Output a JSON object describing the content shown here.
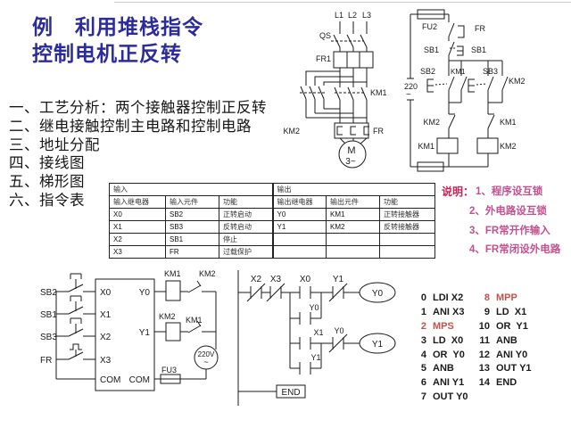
{
  "title": {
    "line1": "例　利用堆栈指令",
    "line2": "控制电机正反转",
    "color": "#2b2b9e"
  },
  "steps": [
    "一、工艺分析：两个接触器控制正反转",
    "二、继电接触控制主电路和控制电路",
    "三、地址分配",
    "四、接线图",
    "五、梯形图",
    "六、指令表"
  ],
  "main_circuit": {
    "l1": "L1",
    "l2": "L2",
    "l3": "L3",
    "qs": "QS",
    "fu": "FR1",
    "km1": "KM1",
    "km2": "KM2",
    "fr": "FR",
    "motor": "M",
    "phase": "3~"
  },
  "control_circuit": {
    "fu2": "FU2",
    "fr": "FR",
    "sb1_l": "SB1",
    "sb1_r": "SB1",
    "sb2": "SB2",
    "km1_aux": "KM1",
    "sb3": "SB3",
    "km2_aux": "KM2",
    "volt": "220",
    "tilde": "~",
    "km2_nc": "KM2",
    "km1_nc": "KM1",
    "km1_coil": "KM1",
    "km2_coil": "KM2"
  },
  "io_table": {
    "group_input": "输入",
    "group_output": "输出",
    "headers": [
      "输入继电器",
      "输入元件",
      "功能",
      "输出继电器",
      "输出元件",
      "功能"
    ],
    "rows": [
      [
        "X0",
        "SB2",
        "正转启动",
        "Y0",
        "KM1",
        "正转接触器"
      ],
      [
        "X1",
        "SB3",
        "反转启动",
        "Y1",
        "KM2",
        "反转接触器"
      ],
      [
        "X2",
        "SB1",
        "停止",
        "",
        "",
        ""
      ],
      [
        "X3",
        "FR",
        "过载保护",
        "",
        "",
        ""
      ]
    ]
  },
  "notes": {
    "label": "说明：",
    "label_color": "#d02050",
    "item_color": "#c25090",
    "items": [
      "1、程序设互锁",
      "2、外电路设互锁",
      "3、FR常开作输入",
      "4、FR常闭设外电路"
    ]
  },
  "wiring": {
    "in_sb2": "SB2",
    "in_sb1": "SB1",
    "in_sb3": "SB3",
    "in_fr": "FR",
    "x0": "X0",
    "x1": "X1",
    "x2": "X2",
    "x3": "X3",
    "com_l": "COM",
    "y0": "Y0",
    "y1": "Y1",
    "com_r": "COM",
    "km1_coil": "KM1",
    "km2_nc": "KM2",
    "km2_coil": "KM2",
    "km1_nc": "KM1",
    "fu3": "FU3",
    "volt": "220V",
    "tilde": "~"
  },
  "ladder": {
    "x2": "X2",
    "x3": "X3",
    "x0": "X0",
    "y1_nc": "Y1",
    "y0_par": "Y0",
    "y0_coil": "Y0",
    "x1": "X1",
    "y0_nc": "Y0",
    "y1_par": "Y1",
    "y1_coil": "Y1",
    "end": "END"
  },
  "instructions": {
    "red_color": "#c4524a",
    "col1": [
      {
        "n": "0",
        "t": "LDI X2"
      },
      {
        "n": "1",
        "t": "ANI X3"
      },
      {
        "n": "2",
        "t": "MPS"
      },
      {
        "n": "3",
        "t": "LD  X0"
      },
      {
        "n": "4",
        "t": "OR  Y0"
      },
      {
        "n": "5",
        "t": "ANB"
      },
      {
        "n": "6",
        "t": "ANI Y1"
      },
      {
        "n": "7",
        "t": "OUT Y0"
      }
    ],
    "col2": [
      {
        "n": "8",
        "t": "MPP"
      },
      {
        "n": "9",
        "t": "LD  X1"
      },
      {
        "n": "10",
        "t": "OR  Y1"
      },
      {
        "n": "11",
        "t": "ANB"
      },
      {
        "n": "12",
        "t": "ANI Y0"
      },
      {
        "n": "13",
        "t": "OUT Y1"
      },
      {
        "n": "14",
        "t": "END"
      }
    ]
  }
}
